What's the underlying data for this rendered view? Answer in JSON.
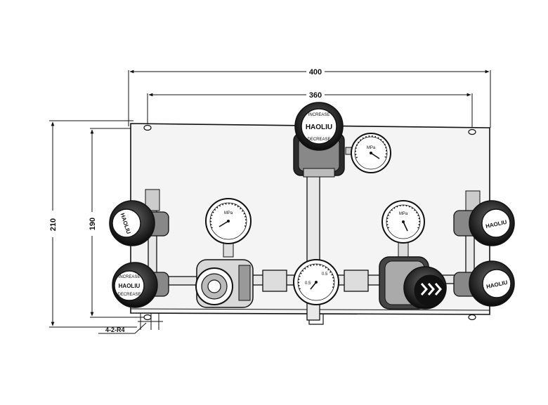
{
  "dimensions": {
    "overall_width": "400",
    "hole_spacing": "360",
    "overall_height": "210",
    "hole_height": "190",
    "mounting_holes": "4-2-R4"
  },
  "regulator": {
    "brand": "HAOLIU",
    "increase_label": "INCREASE",
    "decrease_label": "DECREASE"
  },
  "gauge": {
    "unit": "MPa",
    "center_scale_low": "0.5",
    "center_scale_high": "0.5"
  },
  "colors": {
    "line": "#111111",
    "panel": "#f4f4f4",
    "background": "#ffffff"
  }
}
